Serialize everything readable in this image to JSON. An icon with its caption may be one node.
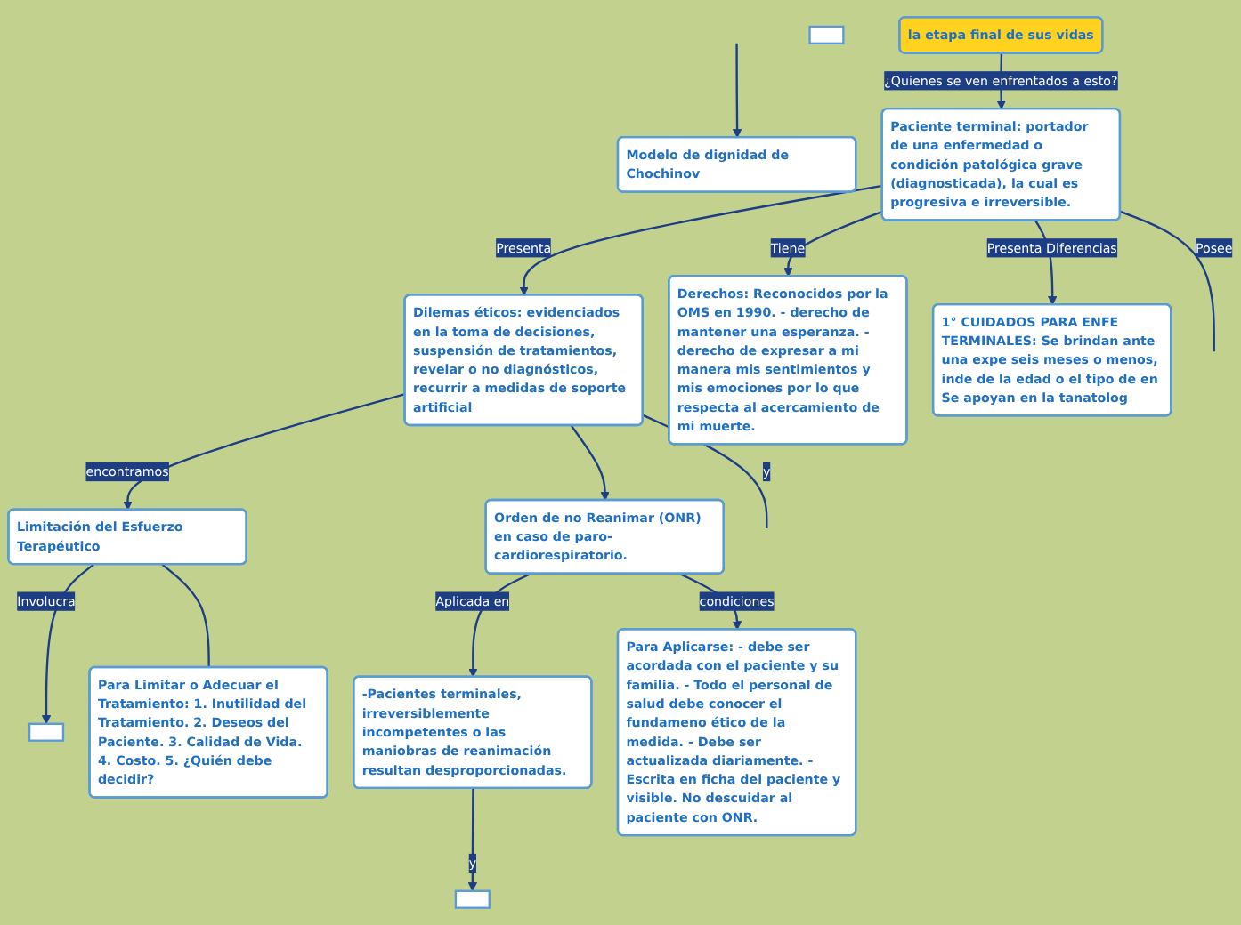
{
  "diagram": {
    "nodes": [
      {
        "text": [
          "la etapa final de sus vidas"
        ]
      },
      {
        "text": [
          "Modelo de dignidad de Chochinov"
        ]
      },
      {
        "text": [
          "Paciente terminal: portador de una enfermedad o condición patológica grave (diagnosticada), la cual es progresiva e irreversible."
        ]
      },
      {
        "text": [
          "Dilemas éticos: evidenciados en la toma de decisiones, suspensión de tratamientos, revelar o no diagnósticos, recurrir a medidas de soporte artificial"
        ]
      },
      {
        "text": [
          "Derechos: Reconocidos por la OMS en 1990. - derecho de mantener una esperanza. -derecho de expresar a mi manera mis sentimientos y mis emociones por lo que respecta al acercamiento de mi muerte."
        ]
      },
      {
        "text": [
          "1° CUIDADOS PARA ENFE TERMINALES: Se brindan ante una expe seis meses o menos, inde de la edad o el tipo de en Se apoyan en la tanatolog"
        ]
      },
      {
        "text": [
          "Limitación del Esfuerzo Terapéutico"
        ]
      },
      {
        "text": [],
        "shape": "box"
      },
      {
        "text": [
          "Para Limitar o Adecuar el Tratamiento: 1. Inutilidad del Tratamiento. 2. Deseos del Paciente. 3. Calidad de Vida. 4. Costo. 5. ¿Quién debe decidir?"
        ]
      },
      {
        "text": [
          "Orden de no Reanimar (ONR) en caso de paro- cardiorespiratorio."
        ]
      },
      {
        "text": [
          "-Pacientes terminales, irreversiblemente incompetentes o las maniobras de reanimación resultan desproporcionadas."
        ]
      },
      {
        "text": [
          "Para Aplicarse: - debe ser acordada con el paciente y su familia. - Todo el personal de salud debe conocer el fundameno ético de la medida. - Debe ser actualizada diariamente. - Escrita en ficha del paciente y visible. No descuidar al paciente con ONR."
        ]
      },
      {
        "text": [],
        "shape": "box"
      },
      {
        "text": [],
        "shape": "box"
      }
    ],
    "edges": [
      {
        "from": 0,
        "to": 2,
        "arrow": "to",
        "label": "¿Quienes se ven enfrentados a esto?"
      },
      {
        "from": null,
        "to": 1,
        "arrow": "to"
      },
      {
        "from": 2,
        "to": 3,
        "arrow": "to",
        "label": "Presenta"
      },
      {
        "from": 2,
        "to": null,
        "arrow": "none",
        "label": "Posee"
      },
      {
        "from": 2,
        "to": 4,
        "arrow": "to",
        "label": "Tiene"
      },
      {
        "from": 2,
        "to": 5,
        "arrow": "to",
        "label": "Presenta Diferencias"
      },
      {
        "from": 3,
        "to": null,
        "arrow": "none",
        "label": "y"
      },
      {
        "from": 3,
        "to": 6,
        "arrow": "to",
        "label": "encontramos"
      },
      {
        "from": 3,
        "to": 9,
        "arrow": "to"
      },
      {
        "from": 6,
        "to": 7,
        "arrow": "to",
        "label": "Involucra"
      },
      {
        "from": 6,
        "to": 8,
        "arrow": "none"
      },
      {
        "from": 9,
        "to": 10,
        "arrow": "to",
        "label": "Aplicada en"
      },
      {
        "from": 9,
        "to": 11,
        "arrow": "to",
        "label": "condiciones"
      },
      {
        "from": 10,
        "to": 12,
        "arrow": "to",
        "label": "y"
      }
    ]
  }
}
